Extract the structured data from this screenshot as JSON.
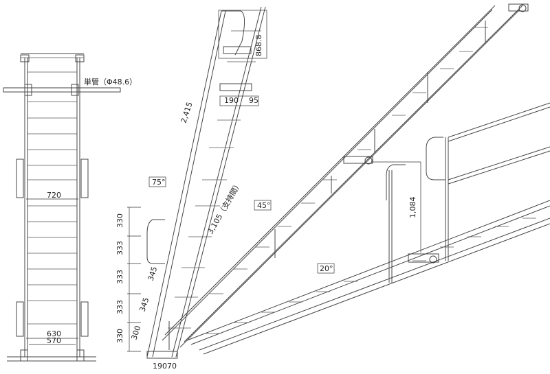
{
  "front_view": {
    "pipe_label": "単管（Φ48.6）",
    "width_main": "720",
    "width_step": "630",
    "width_inner": "570"
  },
  "ladder_75": {
    "angle_label": "75°",
    "length_upper": "2,415",
    "height_top": "868.8",
    "base_190": "190",
    "base_95": "95",
    "rise_1": "330",
    "rise_2": "333",
    "rise_3": "333",
    "rise_4": "333",
    "rise_5": "330",
    "pitch_1": "345",
    "pitch_2": "345",
    "pitch_3": "300",
    "bottom_dim": "19070"
  },
  "stair_45": {
    "angle_label": "45°",
    "support_span": "3,105（支持間）"
  },
  "stair_20": {
    "angle_label": "20°",
    "handrail_height": "1,084"
  }
}
